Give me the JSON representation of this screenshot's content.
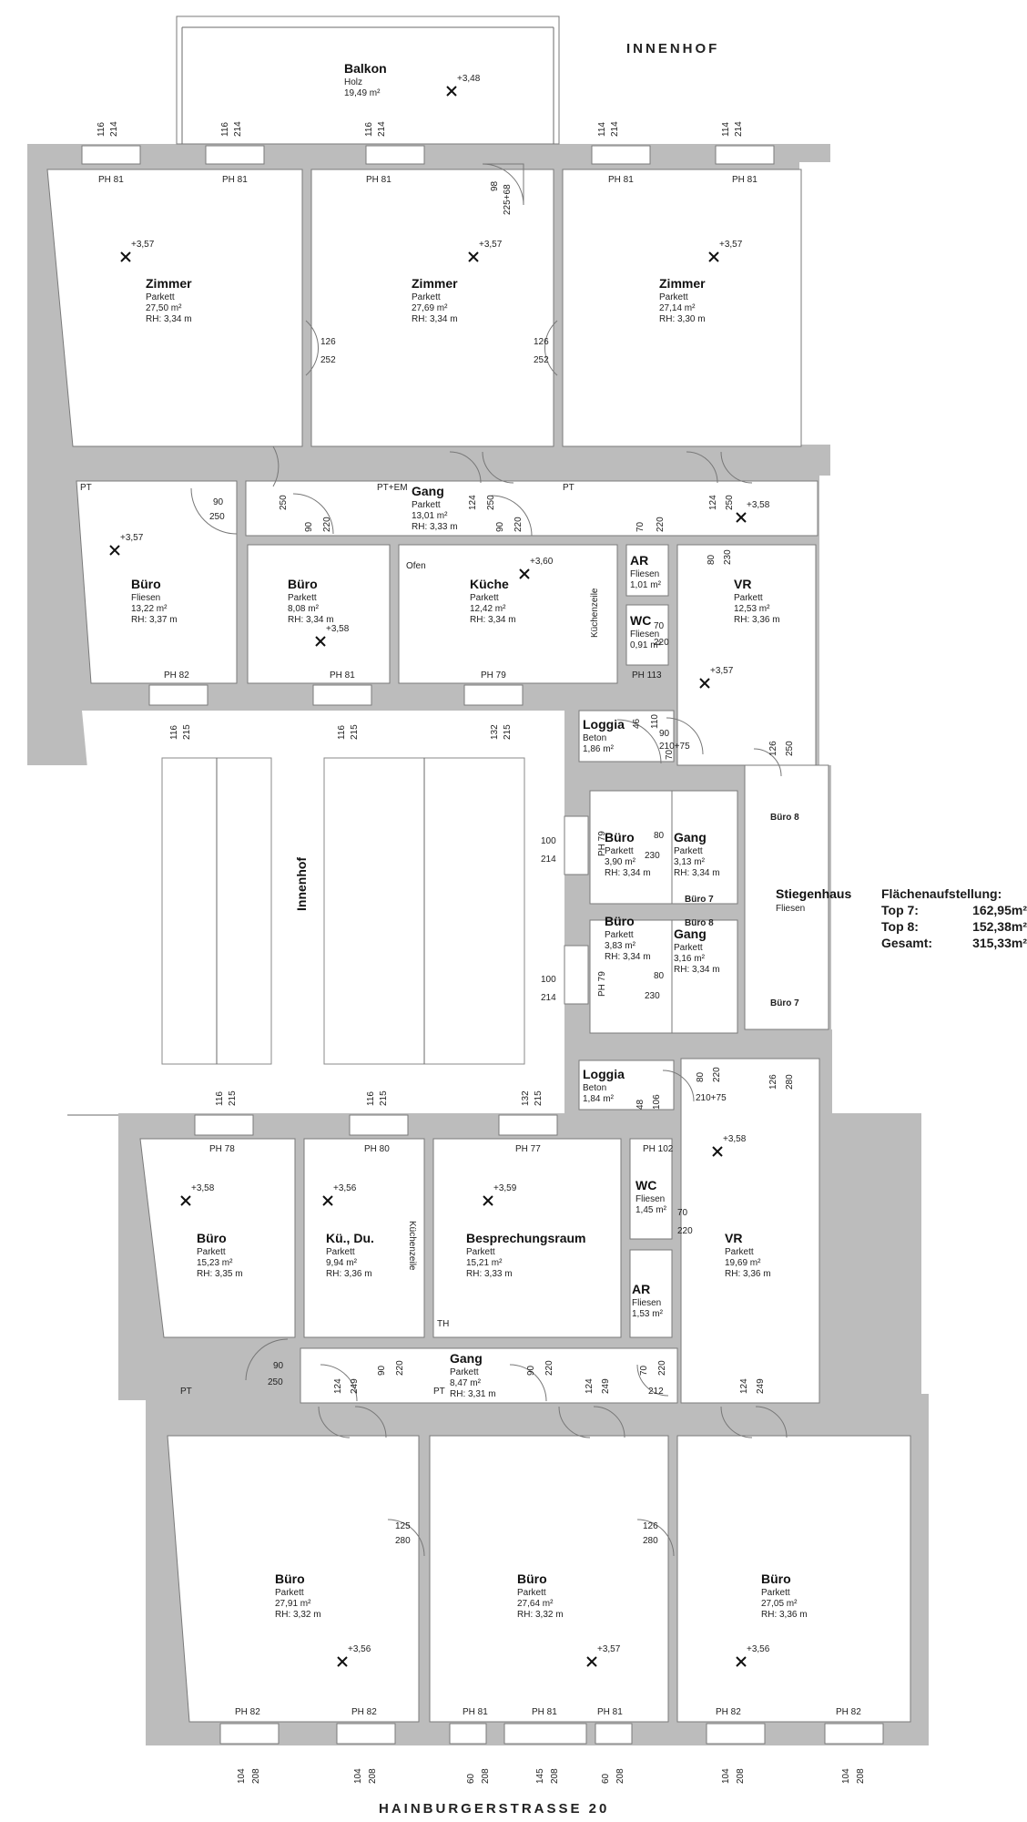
{
  "labels": {
    "innenhof_top": "INNENHOF",
    "innenhof_court": "Innenhof",
    "street": "HAINBURGERSTRASSE 20",
    "stiegenhaus": "Stiegenhaus",
    "stiegenhaus_floor": "Fliesen",
    "ofen": "Ofen",
    "kuechenzeile": "Küchenzeile",
    "th": "TH",
    "buero7": "Büro 7",
    "buero8": "Büro 8"
  },
  "summary": {
    "title": "Flächenaufstellung:",
    "rows": [
      {
        "label": "Top 7:",
        "value": "162,95m²"
      },
      {
        "label": "Top 8:",
        "value": "152,38m²"
      },
      {
        "label": "Gesamt:",
        "value": "315,33m²"
      }
    ]
  },
  "rooms": [
    {
      "name": "Balkon",
      "floor": "Holz",
      "area": "19,49 m²",
      "rh": ""
    },
    {
      "name": "Zimmer",
      "floor": "Parkett",
      "area": "27,50 m²",
      "rh": "RH: 3,34 m"
    },
    {
      "name": "Zimmer",
      "floor": "Parkett",
      "area": "27,69 m²",
      "rh": "RH: 3,34 m"
    },
    {
      "name": "Zimmer",
      "floor": "Parkett",
      "area": "27,14 m²",
      "rh": "RH: 3,30 m"
    },
    {
      "name": "Gang",
      "floor": "Parkett",
      "area": "13,01 m²",
      "rh": "RH: 3,33 m"
    },
    {
      "name": "Büro",
      "floor": "Fliesen",
      "area": "13,22 m²",
      "rh": "RH: 3,37 m"
    },
    {
      "name": "Büro",
      "floor": "Parkett",
      "area": "8,08 m²",
      "rh": "RH: 3,34 m"
    },
    {
      "name": "Küche",
      "floor": "Parkett",
      "area": "12,42 m²",
      "rh": "RH: 3,34 m"
    },
    {
      "name": "AR",
      "floor": "Fliesen",
      "area": "1,01 m²",
      "rh": ""
    },
    {
      "name": "WC",
      "floor": "Fliesen",
      "area": "0,91 m²",
      "rh": ""
    },
    {
      "name": "VR",
      "floor": "Parkett",
      "area": "12,53 m²",
      "rh": "RH: 3,36 m"
    },
    {
      "name": "Loggia",
      "floor": "Beton",
      "area": "1,86 m²",
      "rh": ""
    },
    {
      "name": "Büro",
      "floor": "Parkett",
      "area": "3,90 m²",
      "rh": "RH: 3,34 m"
    },
    {
      "name": "Gang",
      "floor": "Parkett",
      "area": "3,13 m²",
      "rh": "RH: 3,34 m"
    },
    {
      "name": "Büro",
      "floor": "Parkett",
      "area": "3,83 m²",
      "rh": "RH: 3,34 m"
    },
    {
      "name": "Gang",
      "floor": "Parkett",
      "area": "3,16 m²",
      "rh": "RH: 3,34 m"
    },
    {
      "name": "Loggia",
      "floor": "Beton",
      "area": "1,84 m²",
      "rh": ""
    },
    {
      "name": "Büro",
      "floor": "Parkett",
      "area": "15,23 m²",
      "rh": "RH: 3,35 m"
    },
    {
      "name": "Kü., Du.",
      "floor": "Parkett",
      "area": "9,94 m²",
      "rh": "RH: 3,36 m"
    },
    {
      "name": "Besprechungsraum",
      "floor": "Parkett",
      "area": "15,21 m²",
      "rh": "RH: 3,33 m"
    },
    {
      "name": "WC",
      "floor": "Fliesen",
      "area": "1,45 m²",
      "rh": ""
    },
    {
      "name": "AR",
      "floor": "Fliesen",
      "area": "1,53 m²",
      "rh": ""
    },
    {
      "name": "VR",
      "floor": "Parkett",
      "area": "19,69 m²",
      "rh": "RH: 3,36 m"
    },
    {
      "name": "Gang",
      "floor": "Parkett",
      "area": "8,47 m²",
      "rh": "RH: 3,31 m"
    },
    {
      "name": "Büro",
      "floor": "Parkett",
      "area": "27,91 m²",
      "rh": "RH: 3,32 m"
    },
    {
      "name": "Büro",
      "floor": "Parkett",
      "area": "27,64 m²",
      "rh": "RH: 3,32 m"
    },
    {
      "name": "Büro",
      "floor": "Parkett",
      "area": "27,05 m²",
      "rh": "RH: 3,36 m"
    }
  ],
  "heights": [
    "+3,48",
    "+3,57",
    "+3,57",
    "+3,57",
    "+3,58",
    "+3,57",
    "+3,60",
    "+3,58",
    "+3,57",
    "+3,58",
    "+3,58",
    "+3,56",
    "+3,59",
    "+3,56",
    "+3,57",
    "+3,56"
  ],
  "window_labels": [
    "PH 81",
    "PH 81",
    "PH 81",
    "PH 81",
    "PH 81",
    "PH 82",
    "PH 81",
    "PH 79",
    "PH 113",
    "PH 78",
    "PH 80",
    "PH 77",
    "PH 102",
    "PH 82",
    "PH 82",
    "PH 81",
    "PH 81",
    "PH 81",
    "PH 82",
    "PH 82",
    "PH 79",
    "PH 79"
  ],
  "pt_labels": [
    "PT",
    "PT+EM",
    "PT",
    "PT",
    "PT"
  ],
  "dims": [
    "116",
    "214",
    "116",
    "214",
    "116",
    "214",
    "114",
    "214",
    "114",
    "214",
    "98",
    "225+68",
    "126",
    "252",
    "126",
    "252",
    "90",
    "250",
    "250",
    "90",
    "220",
    "124",
    "250",
    "90",
    "220",
    "70",
    "220",
    "124",
    "250",
    "80",
    "230",
    "70",
    "220",
    "116",
    "215",
    "116",
    "215",
    "132",
    "215",
    "46",
    "110",
    "90",
    "210+75",
    "70",
    "126",
    "250",
    "100",
    "214",
    "80",
    "230",
    "100",
    "214",
    "80",
    "230",
    "80",
    "220",
    "210+75",
    "48",
    "106",
    "126",
    "280",
    "116",
    "215",
    "116",
    "215",
    "132",
    "215",
    "70",
    "220",
    "90",
    "250",
    "124",
    "249",
    "90",
    "220",
    "90",
    "220",
    "124",
    "249",
    "70",
    "220",
    "212",
    "124",
    "249",
    "125",
    "280",
    "126",
    "280",
    "104",
    "208",
    "104",
    "208",
    "60",
    "208",
    "145",
    "208",
    "60",
    "208",
    "104",
    "208",
    "104",
    "208"
  ]
}
